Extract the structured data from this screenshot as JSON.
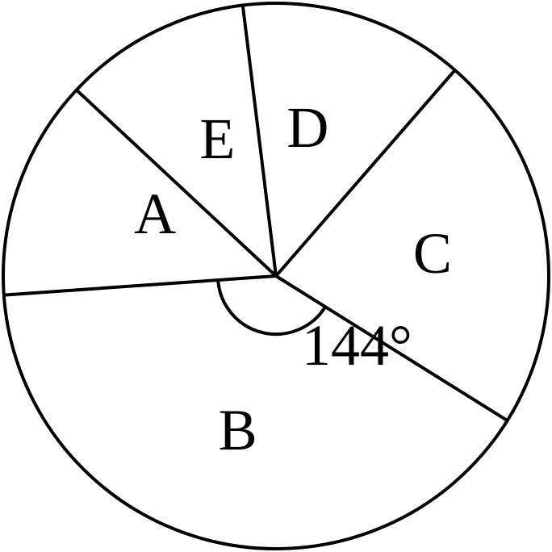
{
  "chart_data": {
    "type": "pie",
    "title": "",
    "slices": [
      {
        "label": "A",
        "degrees": 47
      },
      {
        "label": "B",
        "degrees": 144
      },
      {
        "label": "C",
        "degrees": 81
      },
      {
        "label": "D",
        "degrees": 48
      },
      {
        "label": "E",
        "degrees": 40
      }
    ],
    "annotations": [
      {
        "slice": "B",
        "text": "144°"
      }
    ],
    "colors": {
      "stroke": "#000000",
      "fill": "#ffffff"
    }
  }
}
